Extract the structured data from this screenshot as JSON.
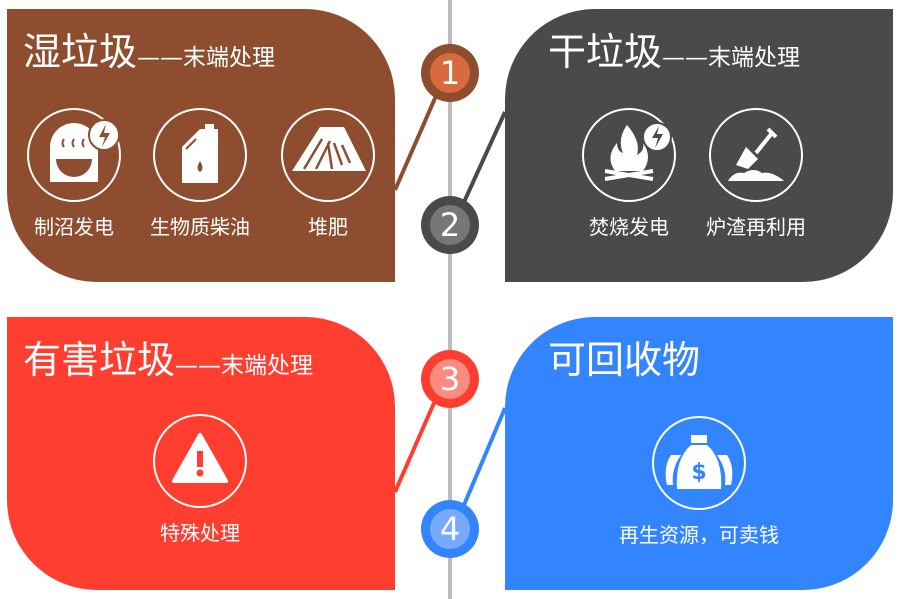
{
  "sections": [
    {
      "number": "1",
      "title": "湿垃圾",
      "subtitle": "——末端处理",
      "color": "#8f4d30",
      "badge_inner": "#d86a3e",
      "items": [
        {
          "label": "制沼发电",
          "icon": "biogas-power-icon"
        },
        {
          "label": "生物质柴油",
          "icon": "oil-canister-icon"
        },
        {
          "label": "堆肥",
          "icon": "compost-pile-icon"
        }
      ]
    },
    {
      "number": "2",
      "title": "干垃圾",
      "subtitle": "——末端处理",
      "color": "#4a4a4a",
      "badge_inner": "#777777",
      "items": [
        {
          "label": "焚烧发电",
          "icon": "fire-power-icon"
        },
        {
          "label": "炉渣再利用",
          "icon": "shovel-icon"
        }
      ]
    },
    {
      "number": "3",
      "title": "有害垃圾",
      "subtitle": "——末端处理",
      "color": "#ff3e30",
      "badge_inner": "#ff8a7f",
      "items": [
        {
          "label": "特殊处理",
          "icon": "warning-icon"
        }
      ]
    },
    {
      "number": "4",
      "title": "可回收物",
      "subtitle": "",
      "color": "#3385ff",
      "badge_inner": "#77aaff",
      "items": [
        {
          "label": "再生资源，可卖钱",
          "icon": "money-bag-icon"
        }
      ]
    }
  ]
}
